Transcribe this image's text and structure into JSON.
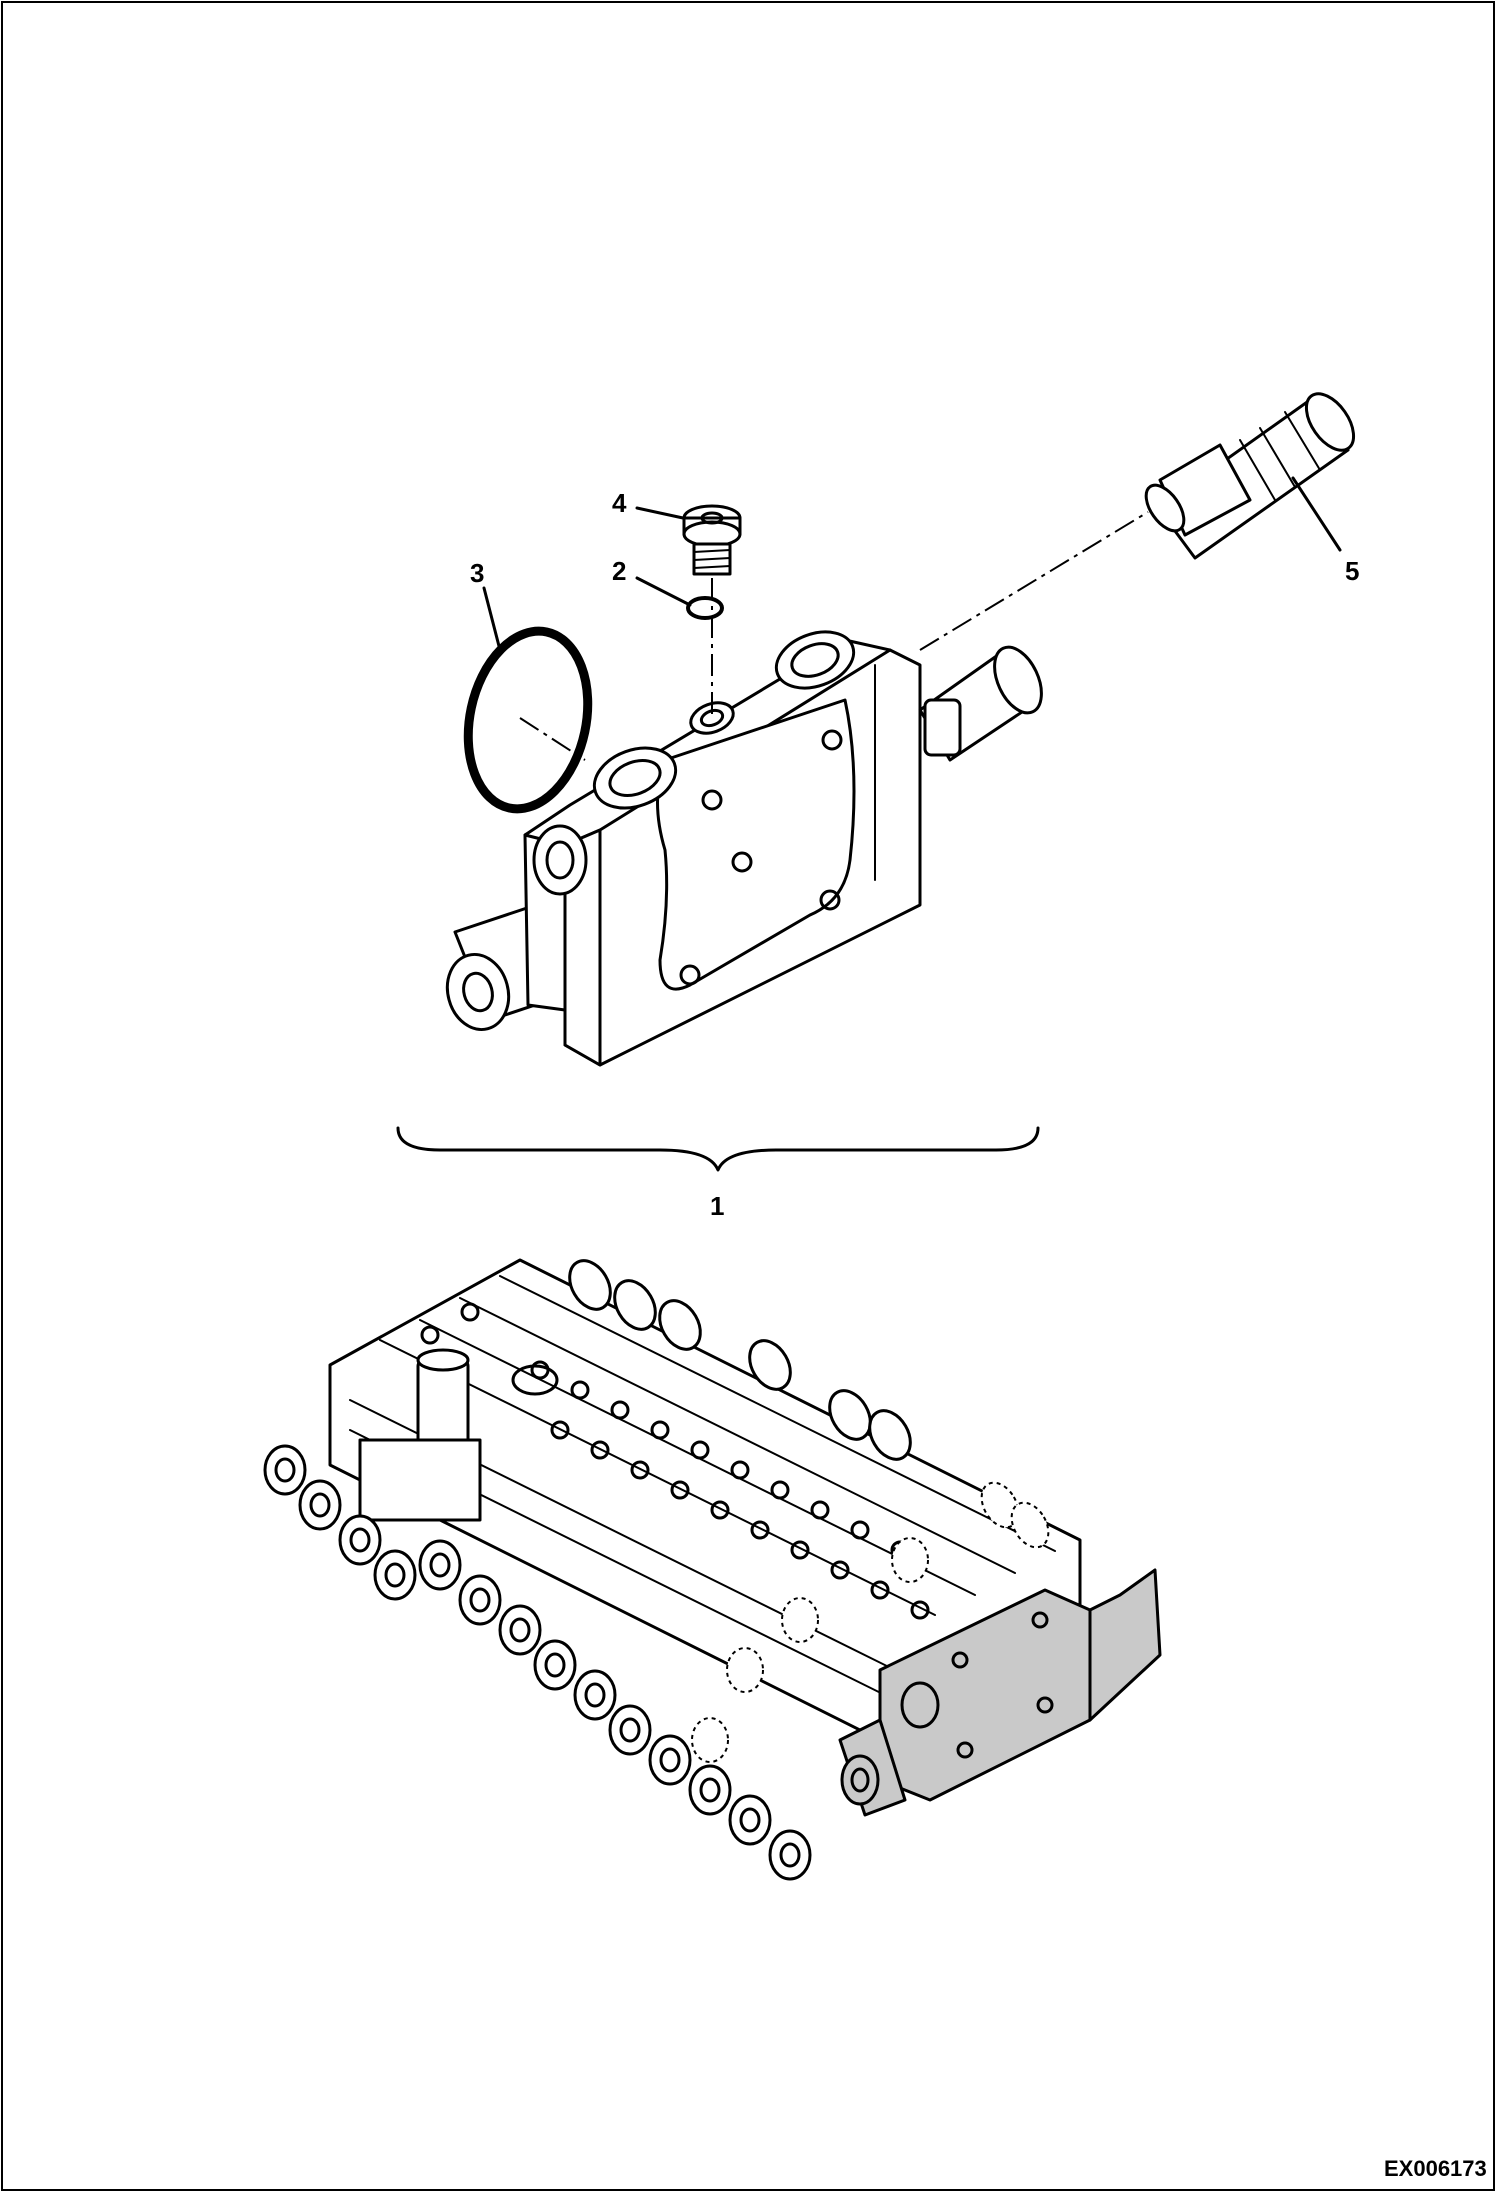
{
  "figure_code": "EX006173",
  "callouts": [
    {
      "id": "1",
      "text": "1"
    },
    {
      "id": "2",
      "text": "2"
    },
    {
      "id": "3",
      "text": "3"
    },
    {
      "id": "4",
      "text": "4"
    },
    {
      "id": "5",
      "text": "5"
    }
  ],
  "parts": [
    {
      "callout": "1",
      "part": "valve-section-assembly"
    },
    {
      "callout": "2",
      "part": "o-ring-small"
    },
    {
      "callout": "3",
      "part": "o-ring-large"
    },
    {
      "callout": "4",
      "part": "plug"
    },
    {
      "callout": "5",
      "part": "relief-valve-cartridge"
    }
  ],
  "colors": {
    "line": "#000000",
    "highlight": "#c9c9c9",
    "background": "#ffffff"
  }
}
